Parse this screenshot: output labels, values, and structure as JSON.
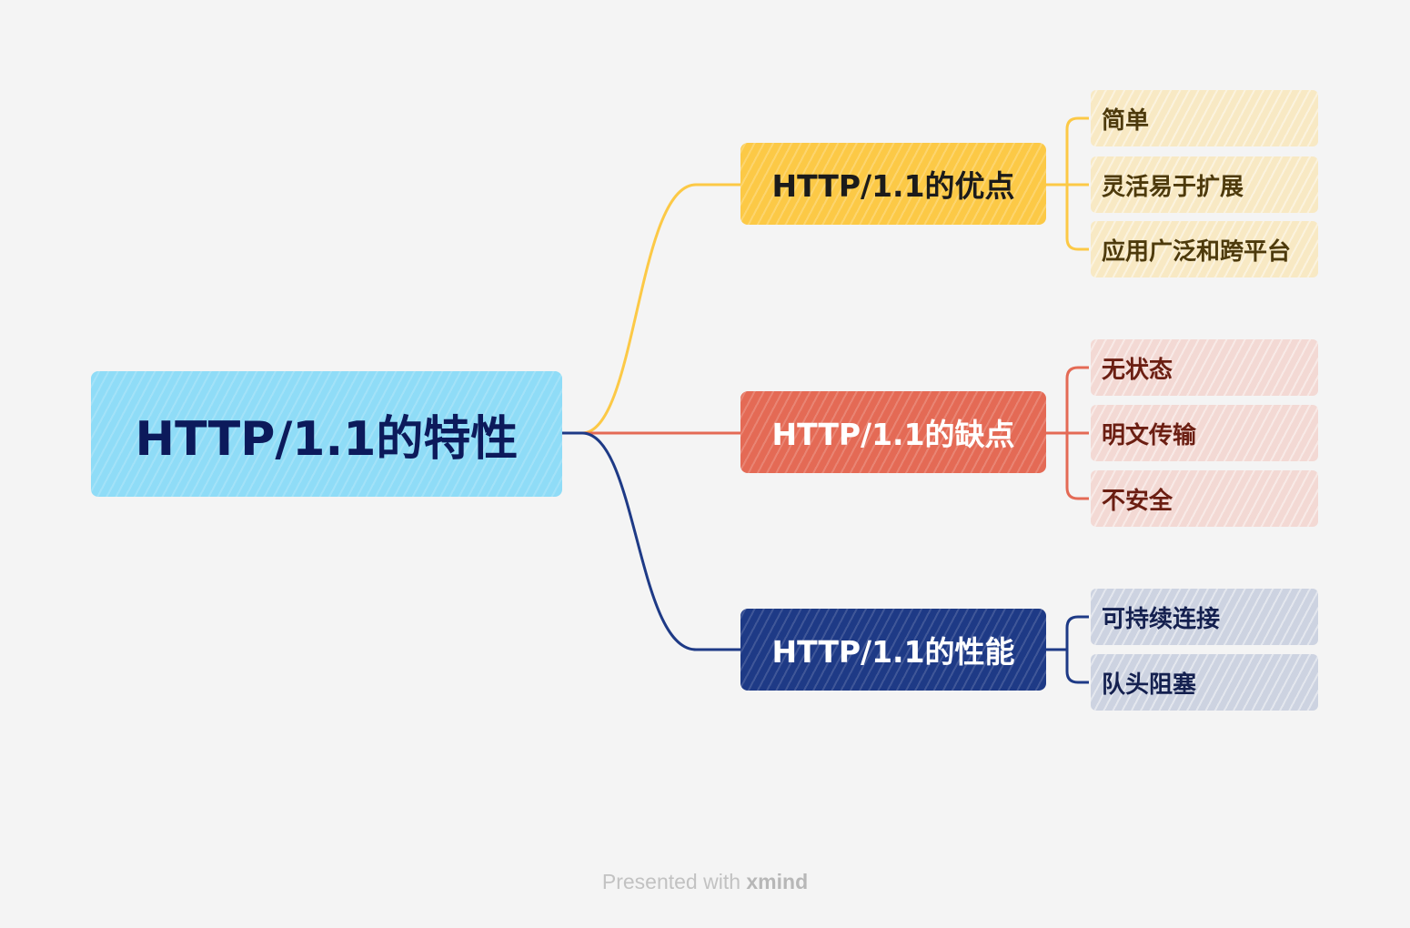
{
  "root": {
    "label": "HTTP/1.1的特性",
    "color": "#8fdcf7"
  },
  "branches": [
    {
      "label": "HTTP/1.1的优点",
      "color": "#fcc946",
      "items": [
        "简单",
        "灵活易于扩展",
        "应用广泛和跨平台"
      ]
    },
    {
      "label": "HTTP/1.1的缺点",
      "color": "#e46a55",
      "items": [
        "无状态",
        "明文传输",
        "不安全"
      ]
    },
    {
      "label": "HTTP/1.1的性能",
      "color": "#1e3a86",
      "items": [
        "可持续连接",
        "队头阻塞"
      ]
    }
  ],
  "footer": {
    "prefix": "Presented with ",
    "brand": "xmind"
  }
}
